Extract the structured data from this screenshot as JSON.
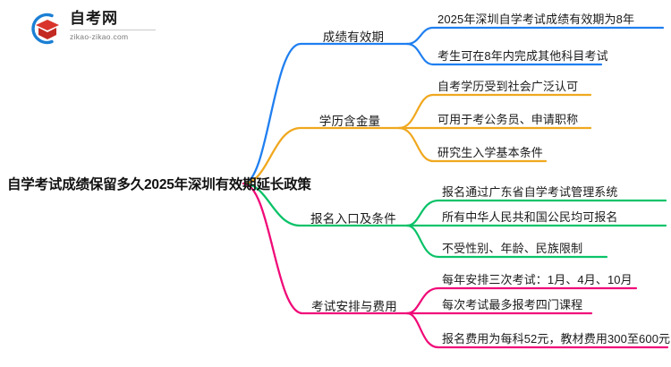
{
  "logo": {
    "name": "zikao-logo",
    "title": "自考网",
    "subtitle": "zikao-zikao.com",
    "arc_color": "#1b7fd4",
    "cap_color": "#d9342b"
  },
  "mindmap": {
    "root": {
      "label": "自学考试成绩保留多久2025年深圳有效期延长政策"
    },
    "branches": [
      {
        "label": "成绩有效期",
        "color": "#1f7ff0",
        "children": [
          {
            "label": "2025年深圳自学考试成绩有效期为8年"
          },
          {
            "label": "考生可在8年内完成其他科目考试"
          }
        ]
      },
      {
        "label": "学历含金量",
        "color": "#f0a81e",
        "children": [
          {
            "label": "自考学历受到社会广泛认可"
          },
          {
            "label": "可用于考公务员、申请职称"
          },
          {
            "label": "研究生入学基本条件"
          }
        ]
      },
      {
        "label": "报名入口及条件",
        "color": "#0ac268",
        "children": [
          {
            "label": "报名通过广东省自学考试管理系统"
          },
          {
            "label": "所有中华人民共和国公民均可报名"
          },
          {
            "label": "不受性别、年龄、民族限制"
          }
        ]
      },
      {
        "label": "考试安排与费用",
        "color": "#f00a78",
        "children": [
          {
            "label": "每年安排三次考试：1月、4月、10月"
          },
          {
            "label": "每次考试最多报考四门课程"
          },
          {
            "label": "报名费用为每科52元，教材费用300至600元"
          }
        ]
      }
    ]
  }
}
